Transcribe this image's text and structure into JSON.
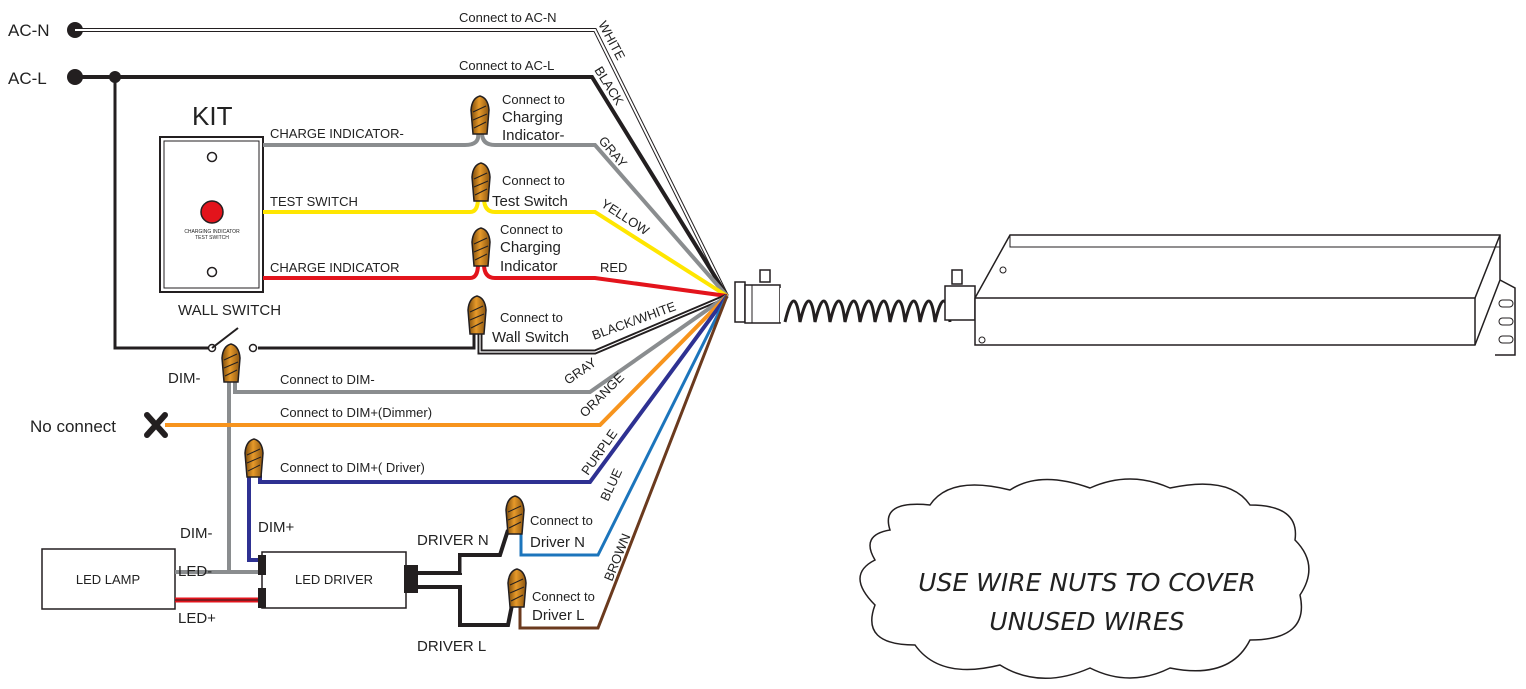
{
  "source_labels": {
    "ac_n": "AC-N",
    "ac_l": "AC-L"
  },
  "kit": {
    "title": "KIT",
    "plate_text_1": "CHARGING INDICATOR",
    "plate_text_2": "TEST SWITCH",
    "wall_switch": "WALL SWITCH"
  },
  "wire_labels": {
    "charge_indicator_neg": "CHARGE INDICATOR-",
    "test_switch": "TEST SWITCH",
    "charge_indicator": "CHARGE INDICATOR"
  },
  "connect_labels": {
    "ac_n": "Connect to AC-N",
    "ac_l": "Connect to  AC-L",
    "charging_neg_1": "Connect to",
    "charging_neg_2": "Charging",
    "charging_neg_3": "Indicator-",
    "test_1": "Connect to",
    "test_2": "Test Switch",
    "charging_1": "Connect to",
    "charging_2": "Charging",
    "charging_3": "Indicator",
    "wall_1": "Connect to",
    "wall_2": "Wall Switch",
    "dim_neg": "Connect to DIM-",
    "dim_pos_dimmer": "Connect to DIM+(Dimmer)",
    "dim_pos_driver": "Connect to DIM+( Driver)",
    "driver_n_1": "Connect to",
    "driver_n_2": "Driver N",
    "driver_l_1": "Connect to",
    "driver_l_2": "Driver L"
  },
  "color_labels": {
    "white": "WHITE",
    "black": "BLACK",
    "gray1": "GRAY",
    "yellow": "YELLOW",
    "red": "RED",
    "black_white": "BLACK/WHITE",
    "gray2": "GRAY",
    "orange": "ORANGE",
    "purple": "PURPLE",
    "blue": "BLUE",
    "brown": "BROWN"
  },
  "bottom_labels": {
    "dim_neg_left": "DIM-",
    "no_connect": "No connect",
    "dim_neg_2": "DIM-",
    "dim_pos": "DIM+",
    "led_neg": "LED-",
    "led_pos": "LED+",
    "led_lamp": "LED  LAMP",
    "led_driver": "LED  DRIVER",
    "driver_n": "DRIVER N",
    "driver_l": "DRIVER L"
  },
  "note": {
    "line1": "USE WIRE NUTS TO COVER",
    "line2": "UNUSED WIRES"
  },
  "colors": {
    "black": "#231f20",
    "gray": "#8a8d8f",
    "yellow": "#ffe600",
    "red": "#e3141c",
    "orange": "#f7941d",
    "purple": "#2e3192",
    "blue": "#1c75bc",
    "brown": "#6b3a1e",
    "wirenut": "#d98c1f"
  }
}
